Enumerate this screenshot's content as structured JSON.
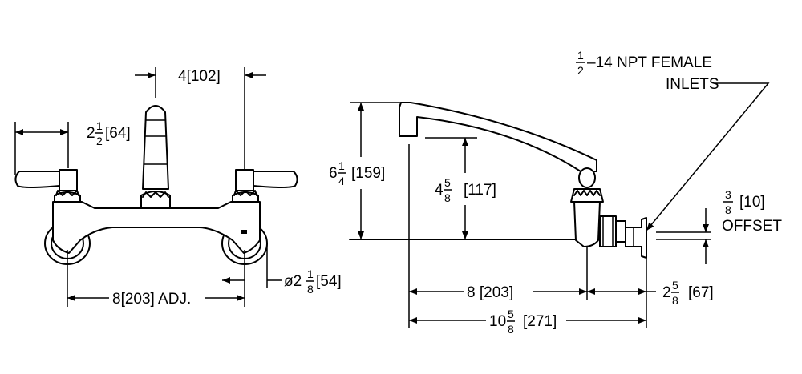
{
  "dimensions": {
    "top_spacing": "4[102]",
    "handle_whole": "2",
    "handle_num": "1",
    "handle_den": "2",
    "handle_mm": "[64]",
    "adj_center": "8[203] ADJ.",
    "flange_prefix": "ø2",
    "flange_num": "1",
    "flange_den": "8",
    "flange_mm": "[54]",
    "height_whole": "6",
    "height_num": "1",
    "height_den": "4",
    "height_mm": "[159]",
    "spout_whole": "4",
    "spout_num": "5",
    "spout_den": "8",
    "spout_mm": "[117]",
    "reach": "8 [203]",
    "wall_whole": "2",
    "wall_num": "5",
    "wall_den": "8",
    "wall_mm": "[67]",
    "total_whole": "10",
    "total_num": "5",
    "total_den": "8",
    "total_mm": "[271]",
    "offset_num": "3",
    "offset_den": "8",
    "offset_mm": "[10]",
    "offset_label": "OFFSET",
    "inlet_num": "1",
    "inlet_den": "2",
    "inlet_line1": "–14 NPT FEMALE",
    "inlet_line2": "INLETS"
  }
}
